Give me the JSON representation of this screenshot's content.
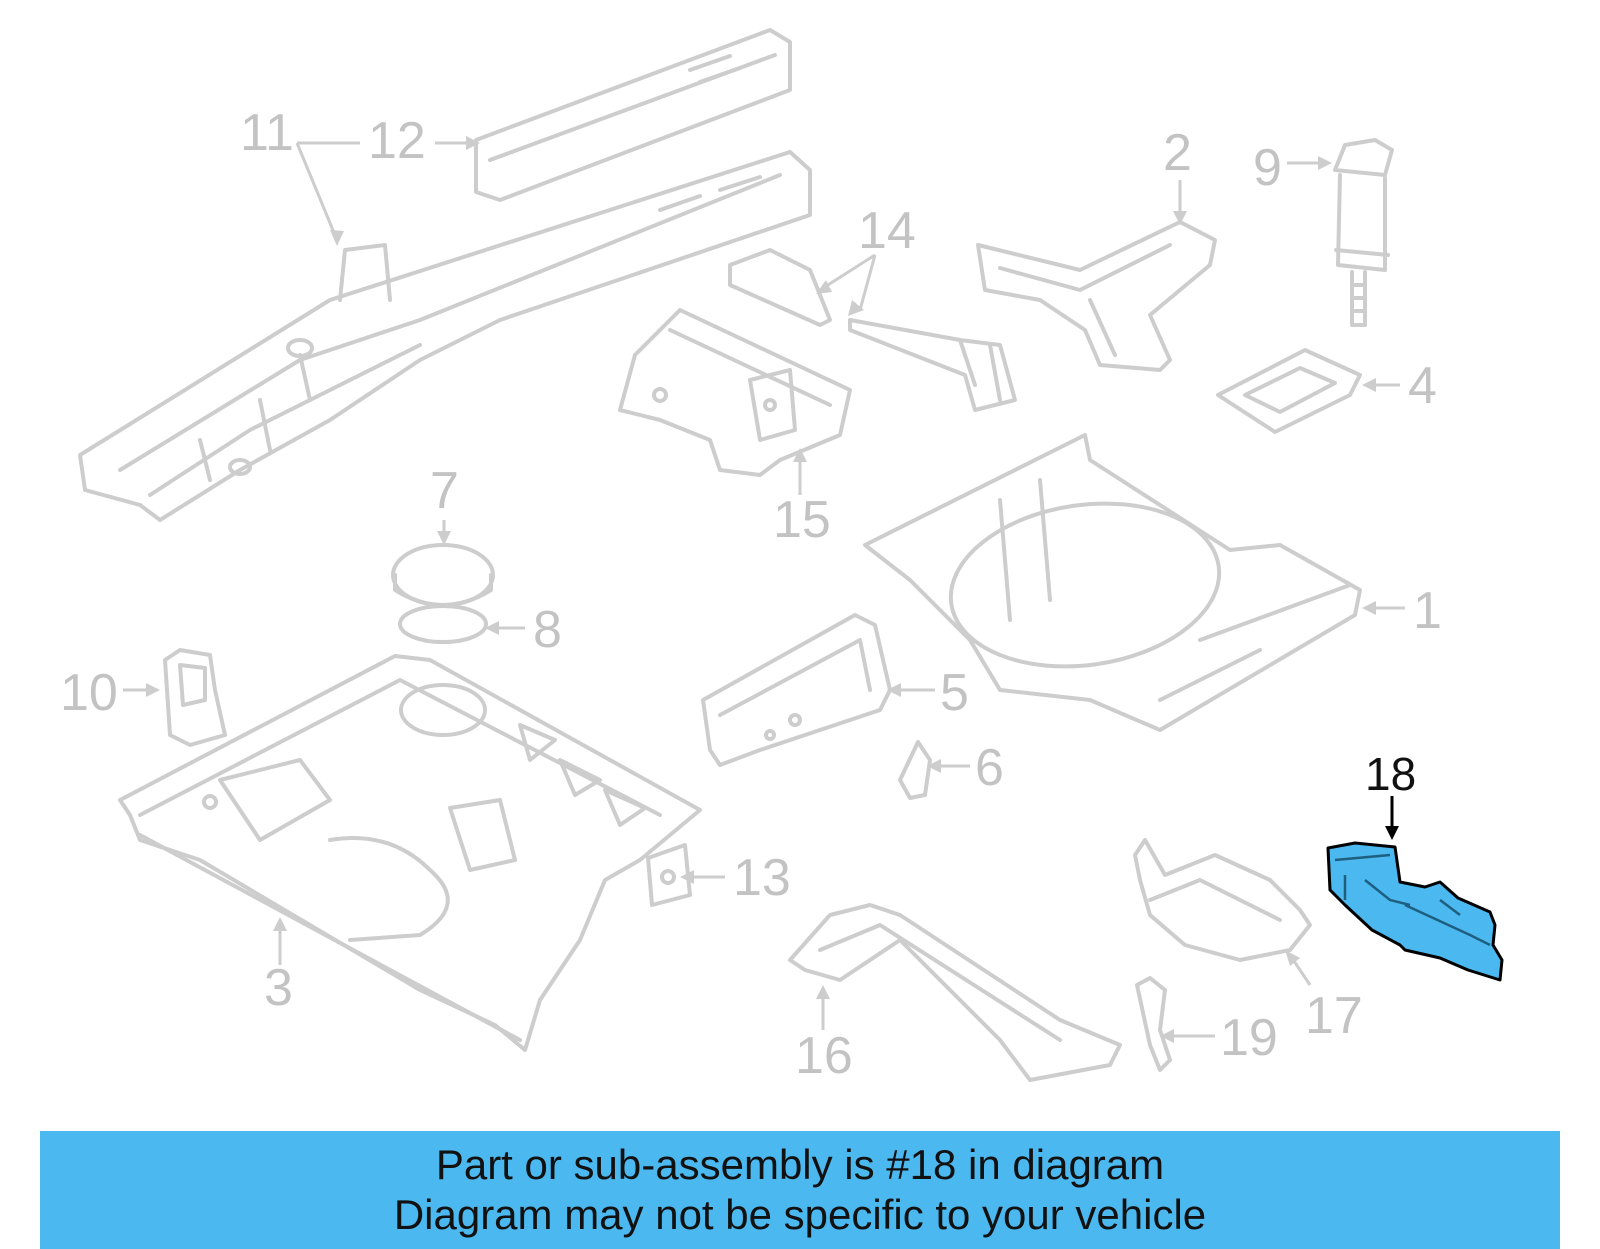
{
  "diagram": {
    "callouts": [
      "1",
      "2",
      "3",
      "4",
      "5",
      "6",
      "7",
      "8",
      "9",
      "10",
      "11",
      "12",
      "13",
      "14",
      "15",
      "16",
      "17",
      "18",
      "19"
    ],
    "highlighted_part": "18",
    "highlight_color": "#4bb8ef",
    "line_color": "#cdcdcd"
  },
  "banner": {
    "line1": "Part or sub-assembly is #18 in diagram",
    "line2": "Diagram may not be specific to your vehicle",
    "background": "#4bb8ef"
  }
}
